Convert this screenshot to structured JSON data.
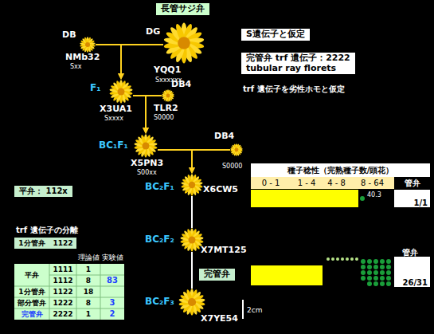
{
  "diagram": {
    "nodes": [
      {
        "text": [
          "長管サジ弁"
        ]
      },
      {
        "text": [
          "DB",
          "NMb32",
          "Sxx"
        ]
      },
      {
        "text": [
          "DG",
          "YQQ1",
          "Sxxxxxx"
        ]
      },
      {
        "text": [
          "S遺伝子と仮定"
        ]
      },
      {
        "text": [
          "完管弁 trf 遺伝子：2222",
          "tubular ray florets"
        ]
      },
      {
        "text": [
          "X3UA1",
          "Sxxxx"
        ]
      },
      {
        "text": [
          "DB4",
          "TLR2",
          "S0000"
        ]
      },
      {
        "text": [
          "X5PN3",
          "S00xx"
        ]
      },
      {
        "text": [
          "DB4",
          "S0000"
        ]
      },
      {
        "text": [
          "平弁： 112x"
        ]
      },
      {
        "text": [
          "X6CW5"
        ]
      },
      {
        "text": [
          "X7MT125"
        ]
      },
      {
        "text": [
          "完管弁"
        ]
      },
      {
        "text": [
          "X7YE54"
        ]
      }
    ],
    "edges": [
      {
        "from": 1,
        "to": 5,
        "arrow": "to"
      },
      {
        "from": 2,
        "to": 5,
        "arrow": "to"
      },
      {
        "from": 5,
        "to": 7,
        "arrow": "to"
      },
      {
        "from": 6,
        "to": 7,
        "arrow": "to"
      },
      {
        "from": 7,
        "to": 10,
        "arrow": "to"
      },
      {
        "from": 8,
        "to": 10,
        "arrow": "to"
      },
      {
        "from": 10,
        "to": 11,
        "arrow": "none"
      },
      {
        "from": 11,
        "to": 13,
        "arrow": "none"
      }
    ],
    "labels": [
      "F₁",
      "BC₁F₁",
      "trf 遺伝子を劣性ホモと仮定",
      "BC₂F₁",
      "種子稔性（完熟種子数/頭花）",
      "0 - 1",
      "1 - 4",
      "4 - 8",
      "8 - 64",
      "管弁",
      "40.3",
      "1/1",
      "trf 遺伝子の分離",
      "1分管弁",
      "1122",
      "BC₂F₂",
      "管弁",
      "理論値",
      "実験値",
      "平弁",
      "1111",
      "1",
      "1112",
      "8",
      "83",
      "26/31",
      "1分管弁",
      "1122",
      "18",
      "部分管弁",
      "1222",
      "8",
      "3",
      "BC₂F₃",
      "2cm",
      "完管弁",
      "2222",
      "1",
      "2"
    ]
  }
}
